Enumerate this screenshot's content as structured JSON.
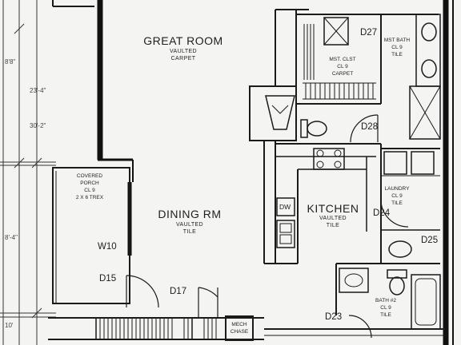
{
  "rooms": {
    "great_room": {
      "name": "GREAT ROOM",
      "note1": "VAULTED",
      "note2": "CARPET"
    },
    "dining": {
      "name": "DINING RM",
      "note1": "VAULTED",
      "note2": "TILE"
    },
    "kitchen": {
      "name": "KITCHEN",
      "note1": "VAULTED",
      "note2": "TILE"
    },
    "covered_porch": {
      "line1": "COVERED",
      "line2": "PORCH",
      "line3": "CL 9",
      "line4": "2 X 6 TREX"
    },
    "mst_bath": {
      "line1": "MST BATH",
      "line2": "CL 9",
      "line3": "TILE"
    },
    "mst_closet": {
      "line1": "MST. CLST",
      "line2": "CL 9",
      "line3": "CARPET"
    },
    "laundry": {
      "line1": "LAUNDRY",
      "line2": "CL 9",
      "line3": "TILE"
    },
    "bath2": {
      "line1": "BATH #2",
      "line2": "CL 9",
      "line3": "TILE"
    },
    "mech_chase": {
      "line1": "MECH",
      "line2": "CHASE"
    }
  },
  "tags": {
    "d27": "D27",
    "d28": "D28",
    "d24": "D24",
    "d25": "D25",
    "d23": "D23",
    "d17": "D17",
    "d15": "D15",
    "w10": "W10",
    "dw": "DW"
  },
  "dimensions": {
    "left_top": "8'8\"",
    "left_upper": "23'-4\"",
    "left_mid": "30'-2\"",
    "left_lower": "8'-4\"",
    "left_bottom": "10'"
  }
}
